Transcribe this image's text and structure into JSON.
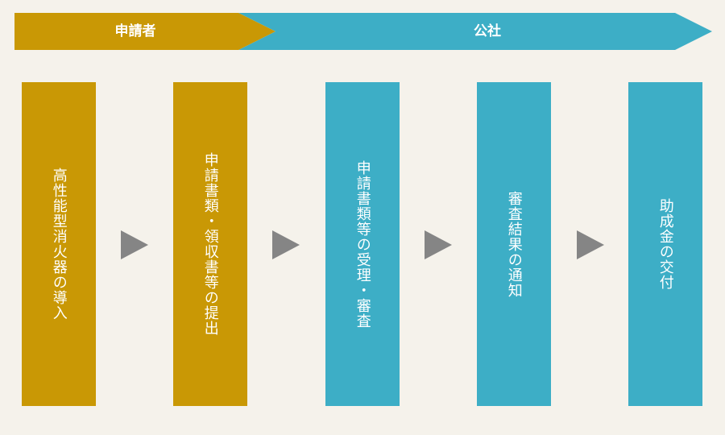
{
  "colors": {
    "background": "#f5f2eb",
    "applicant": "#c99805",
    "corporation": "#3daec6",
    "arrow": "#858585",
    "text": "#ffffff"
  },
  "banner": {
    "applicant_label": "申請者",
    "corporation_label": "公社"
  },
  "steps": [
    {
      "label": "高性能型消火器の導入",
      "actor": "applicant"
    },
    {
      "label": "申請書類・領収書等の提出",
      "actor": "applicant"
    },
    {
      "label": "申請書類等の受理・審査",
      "actor": "corporation"
    },
    {
      "label": "審査結果の通知",
      "actor": "corporation"
    },
    {
      "label": "助成金の交付",
      "actor": "corporation"
    }
  ]
}
